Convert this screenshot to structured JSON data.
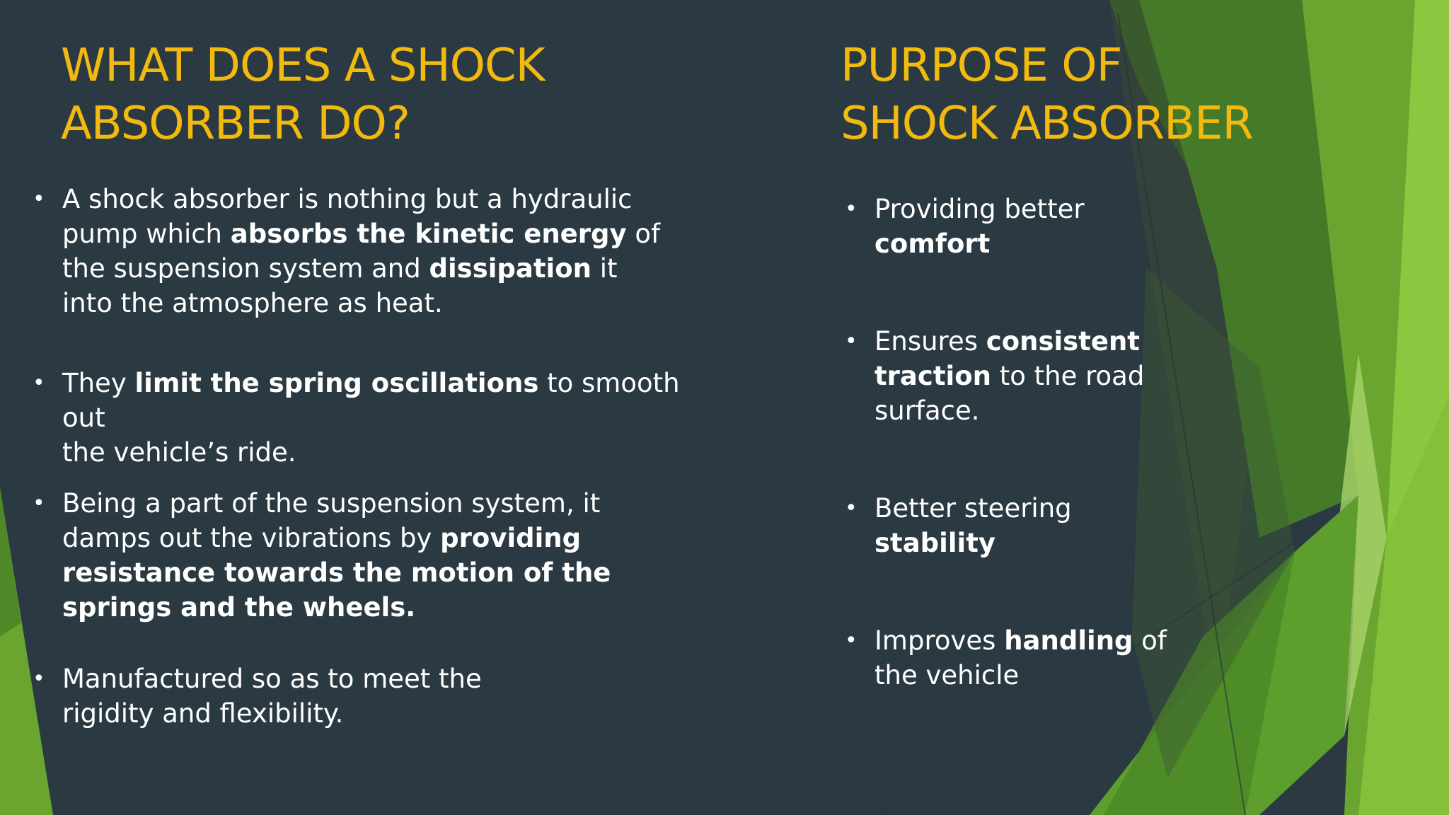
{
  "left": {
    "title": "WHAT DOES A SHOCK\nABSORBER DO?",
    "items": [
      {
        "parts": [
          {
            "text": "A shock absorber is nothing but a hydraulic\npump which ",
            "bold": false
          },
          {
            "text": "absorbs the kinetic energy",
            "bold": true
          },
          {
            "text": " of\nthe suspension system and ",
            "bold": false
          },
          {
            "text": "dissipation",
            "bold": true
          },
          {
            "text": " it\ninto the atmosphere as heat.",
            "bold": false
          }
        ]
      },
      {
        "parts": [
          {
            "text": "They ",
            "bold": false
          },
          {
            "text": "limit the spring oscillations",
            "bold": true
          },
          {
            "text": " to smooth out\nthe vehicle’s ride.",
            "bold": false
          }
        ]
      },
      {
        "parts": [
          {
            "text": "Being a part of the suspension system, it\ndamps out the vibrations by ",
            "bold": false
          },
          {
            "text": "providing\nresistance towards the motion of the\nsprings and the wheels.",
            "bold": true
          }
        ]
      },
      {
        "parts": [
          {
            "text": "Manufactured so as to meet the\nrigidity and flexibility.",
            "bold": false
          }
        ]
      }
    ]
  },
  "right": {
    "title": "PURPOSE OF\nSHOCK ABSORBER",
    "items": [
      {
        "parts": [
          {
            "text": "Providing better\n",
            "bold": false
          },
          {
            "text": "comfort",
            "bold": true
          }
        ]
      },
      {
        "parts": [
          {
            "text": "Ensures ",
            "bold": false
          },
          {
            "text": "consistent\ntraction",
            "bold": true
          },
          {
            "text": " to the road\nsurface.",
            "bold": false
          }
        ]
      },
      {
        "parts": [
          {
            "text": "Better steering\n",
            "bold": false
          },
          {
            "text": "stability",
            "bold": true
          }
        ]
      },
      {
        "parts": [
          {
            "text": "Improves ",
            "bold": false
          },
          {
            "text": "handling",
            "bold": true
          },
          {
            "text": " of\nthe vehicle",
            "bold": false
          }
        ]
      }
    ]
  },
  "bullet_glyph": "•",
  "colors": {
    "background": "#2b3a42",
    "title": "#f2b90f",
    "body_text": "#ffffff",
    "accent_dark_green": "#3f7424",
    "accent_mid_green": "#5d9e2c",
    "accent_light_green": "#8dc63f"
  }
}
